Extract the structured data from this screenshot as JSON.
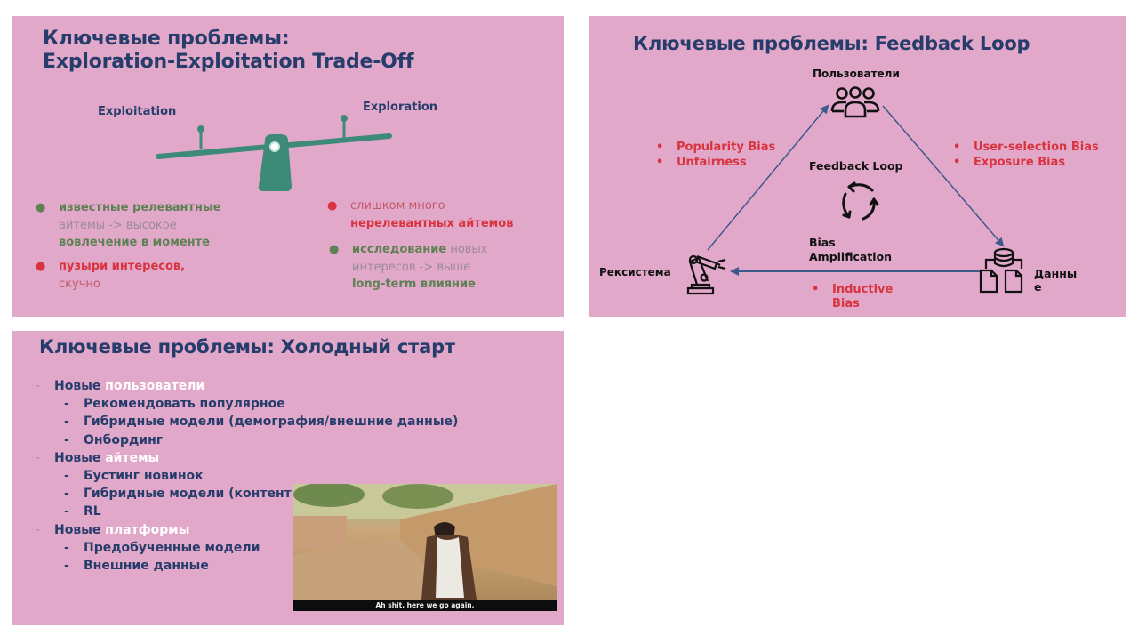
{
  "slides": {
    "tradeoff": {
      "title_line1": "Ключевые проблемы:",
      "title_line2": "Exploration-Exploitation Trade-Off",
      "left_label": "Exploitation",
      "right_label": "Exploration",
      "left_bullets": [
        {
          "strong_green": "известные релевантные",
          "grey": "айтемы -> высокое",
          "strong_green2": "вовлечение в моменте"
        },
        {
          "strong_red": "пузыри интересов,",
          "light_red": "скучно"
        }
      ],
      "right_bullets": [
        {
          "light_red": "слишком много",
          "strong_red": "нерелевантных айтемов"
        },
        {
          "strong_green": "исследование",
          "grey_inline": "новых",
          "grey": "интересов -> выше",
          "strong_green2": "long-term влияние"
        }
      ],
      "colors": {
        "background": "#e2a8ca",
        "title": "#263d6b",
        "seesaw": "#3d8a78",
        "green": "#5c8152",
        "red": "#d8333f"
      }
    },
    "feedback": {
      "title": "Ключевые проблемы: Feedback Loop",
      "nodes": {
        "users": "Пользователи",
        "recsys": "Рексистема",
        "data_line1": "Данны",
        "data_line2": "е"
      },
      "center_label": "Feedback Loop",
      "edge_label_line1": "Bias",
      "edge_label_line2": "Amplification",
      "left_biases": [
        "Popularity Bias",
        "Unfairness"
      ],
      "right_biases": [
        "User-selection Bias",
        "Exposure Bias"
      ],
      "bottom_bias_line1": "Inductive",
      "bottom_bias_line2": "Bias",
      "bullet": "•",
      "colors": {
        "arrow": "#3d5a8a",
        "bias": "#d8333f"
      }
    },
    "coldstart": {
      "title": "Ключевые проблемы: Холодный старт",
      "items": [
        {
          "level": 1,
          "prefix": "Новые",
          "highlight": "пользователи"
        },
        {
          "level": 2,
          "text": "Рекомендовать популярное"
        },
        {
          "level": 2,
          "text": "Гибридные модели (демография/внешние данные)"
        },
        {
          "level": 2,
          "text": "Онбординг"
        },
        {
          "level": 1,
          "prefix": "Новые",
          "highlight": "айтемы"
        },
        {
          "level": 2,
          "text": "Бустинг новинок"
        },
        {
          "level": 2,
          "text": "Гибридные модели (контент"
        },
        {
          "level": 2,
          "text": "RL"
        },
        {
          "level": 1,
          "prefix": "Новые",
          "highlight": "платформы"
        },
        {
          "level": 2,
          "text": "Предобученные модели"
        },
        {
          "level": 2,
          "text": "Внешние данные"
        }
      ],
      "dash": "-",
      "meme_subtitle": "Ah shit, here we go again."
    }
  }
}
